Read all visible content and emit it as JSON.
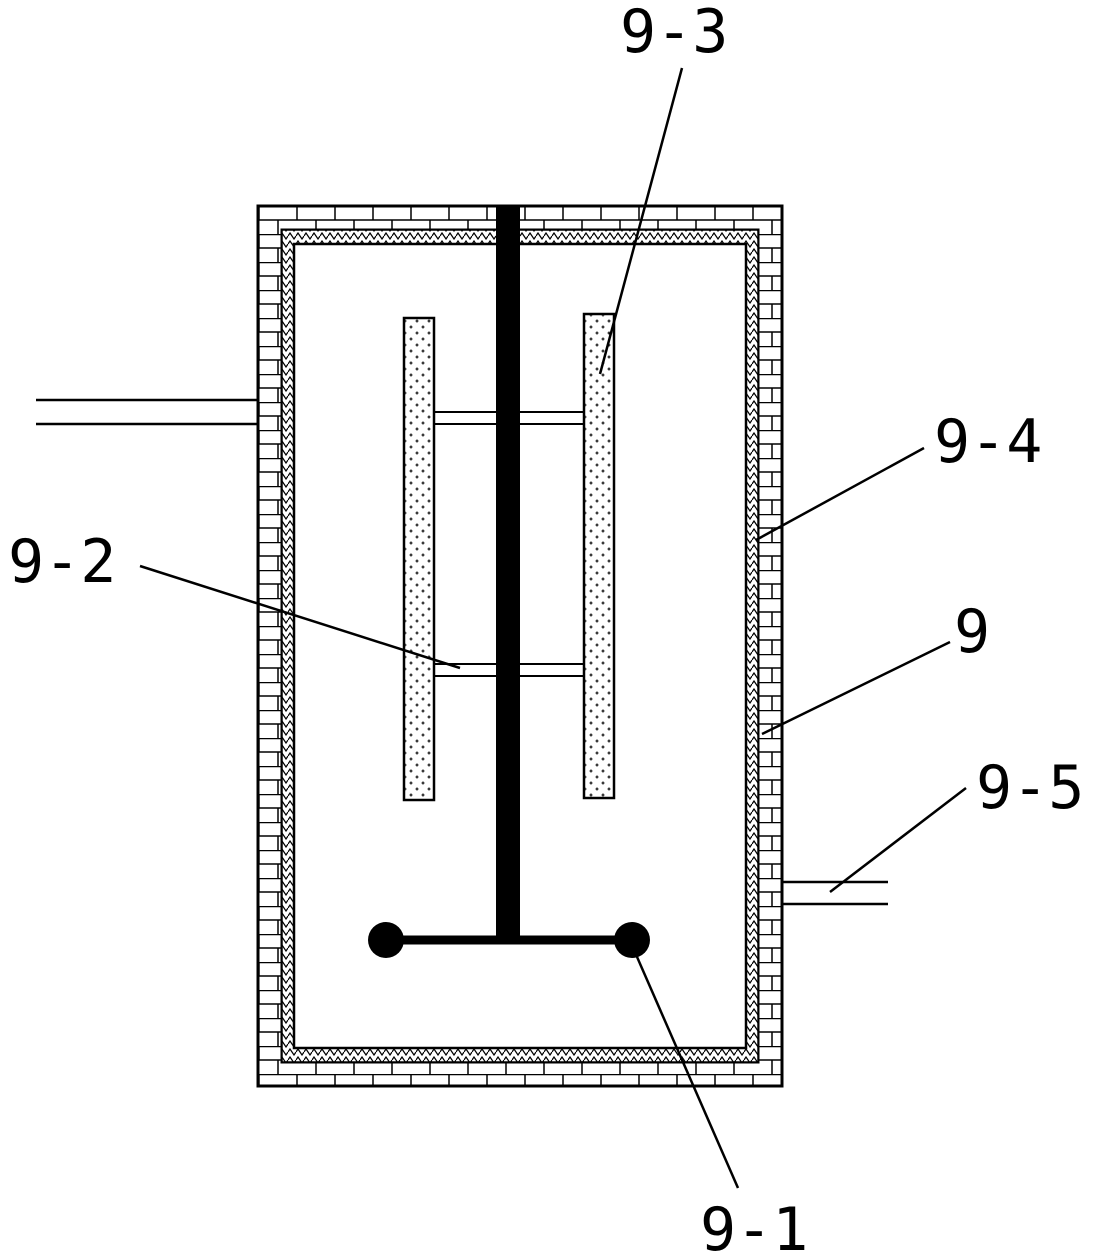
{
  "diagram": {
    "kind": "technical-drawing",
    "colors": {
      "line": "#000000",
      "background": "#ffffff"
    },
    "labels": {
      "shaft_blade": "9-1",
      "connecting_rod": "9-2",
      "electrode_plate": "9-3",
      "inner_lining": "9-4",
      "tank_body": "9",
      "outlet_pipe": "9-5"
    }
  }
}
